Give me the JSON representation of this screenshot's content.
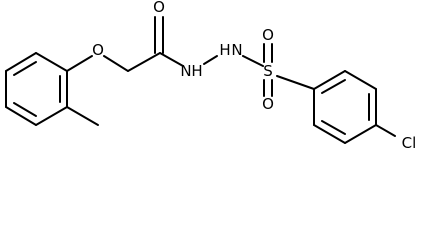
{
  "molecule": {
    "atoms": {
      "ether_oxygen": "O",
      "carbonyl_oxygen": "O",
      "hydrazide_nh_left": "N",
      "hydrazide_nh_left_h": "H",
      "hydrazide_nh_right": "N",
      "hydrazide_nh_right_h": "H",
      "sulfur": "S",
      "sulfonyl_oxygen_top": "O",
      "sulfonyl_oxygen_bottom": "O",
      "chlorine": "Cl"
    }
  }
}
